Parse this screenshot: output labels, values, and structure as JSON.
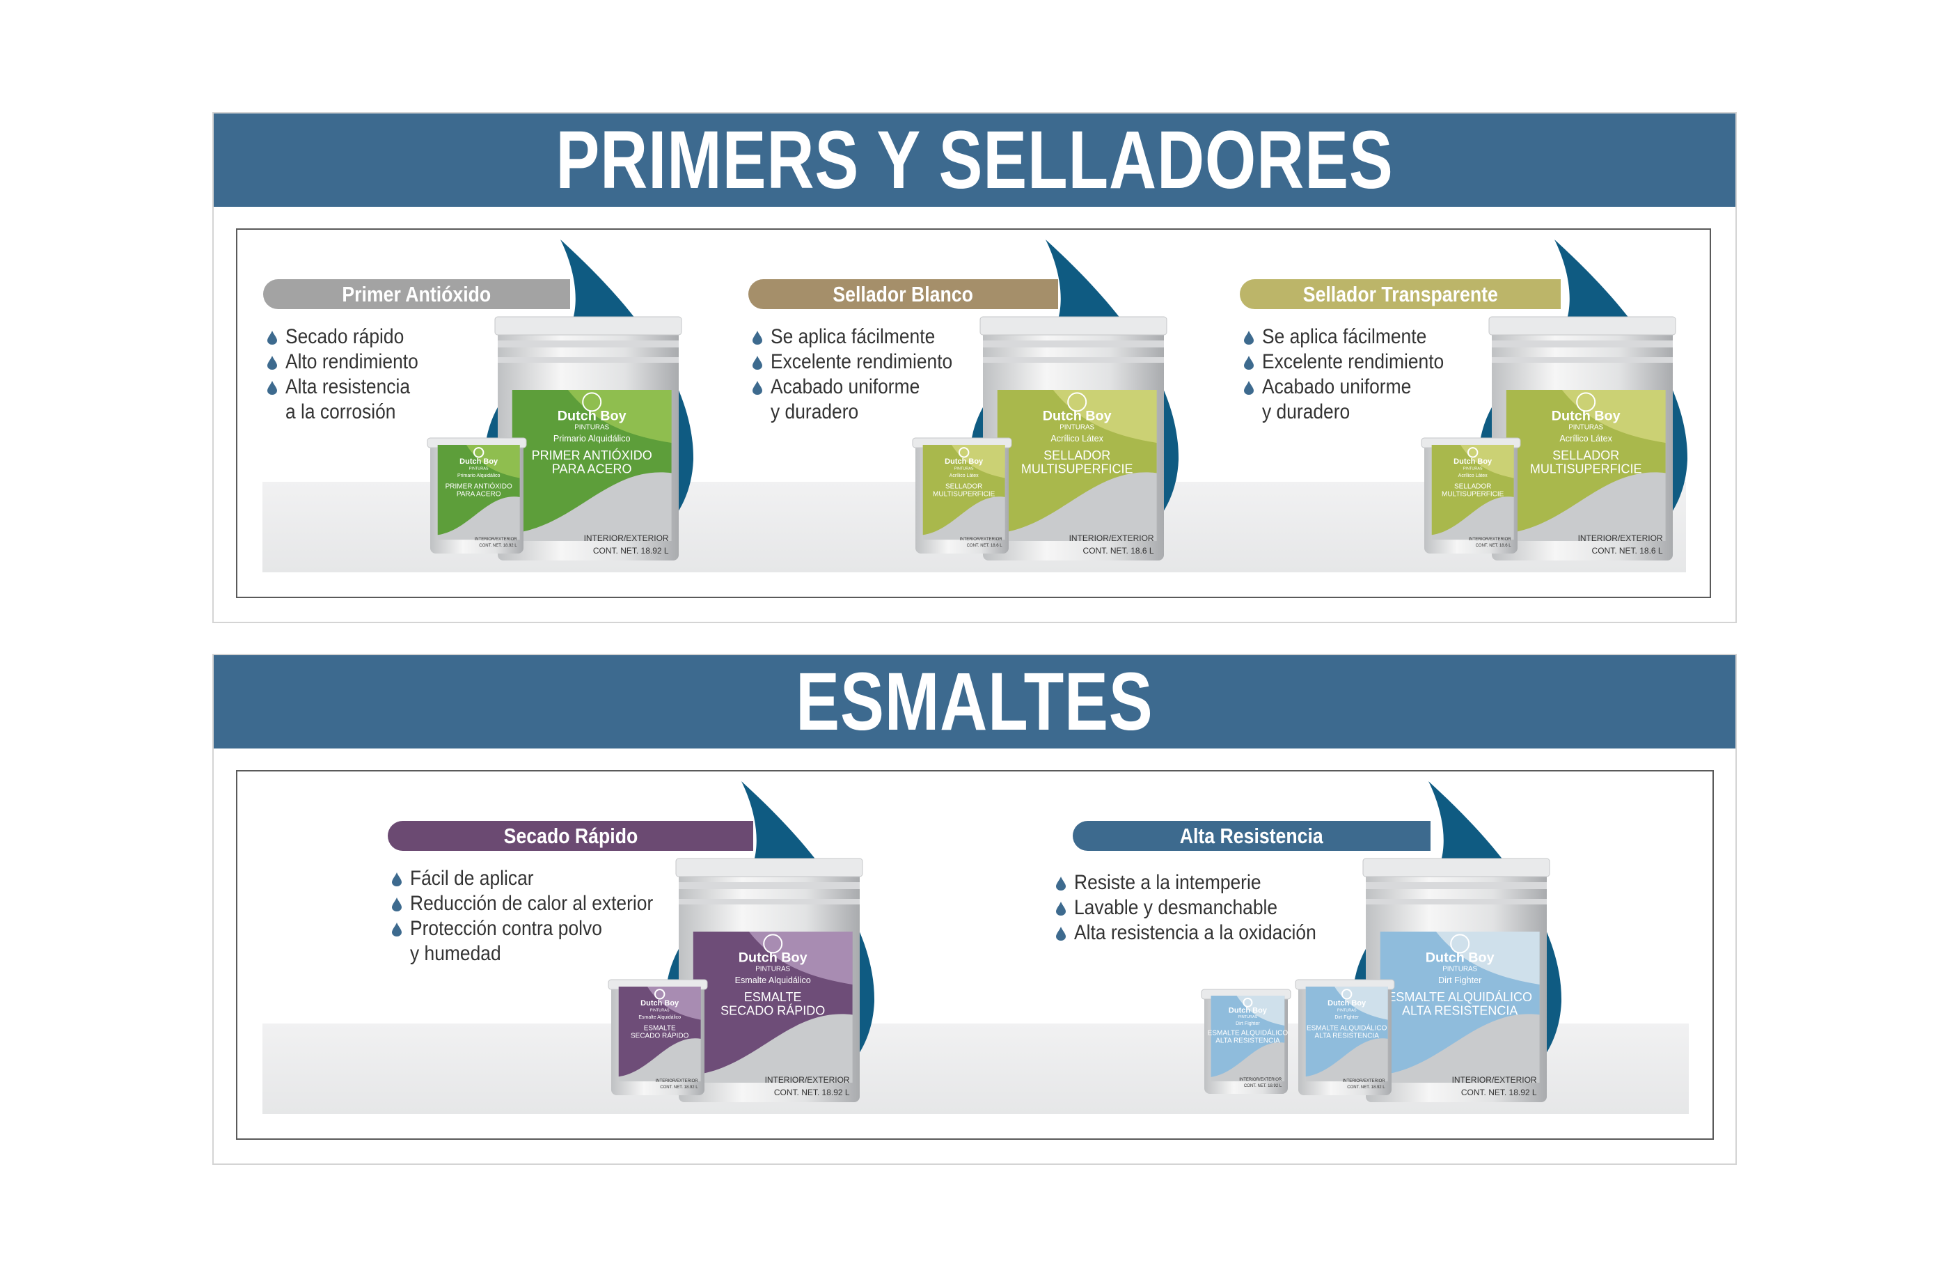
{
  "colors": {
    "header": "#3d6a8f",
    "drop": "#0f5b82",
    "bullet": "#3d6a8e",
    "text": "#333333"
  },
  "brand": {
    "name": "Dutch Boy",
    "sub": "PINTURAS"
  },
  "sections": [
    {
      "title": "PRIMERS Y SELLADORES",
      "products": [
        {
          "label": "Primer Antióxido",
          "pill_color": "#a3a3a3",
          "label_color": "#5d9e3a",
          "label_light": "#9cc655",
          "bullets": [
            "Secado rápido",
            "Alto rendimiento",
            "Alta resistencia",
            "a la corrosión"
          ],
          "can": {
            "type": "Primario Alquidálico",
            "name1": "PRIMER ANTIÓXIDO",
            "name2": "PARA ACERO",
            "use": "INTERIOR/EXTERIOR",
            "net": "CONT. NET. 18.92 L"
          }
        },
        {
          "label": "Sellador Blanco",
          "pill_color": "#a58f6a",
          "label_color": "#a9b84c",
          "label_light": "#d3d77e",
          "bullets": [
            "Se aplica fácilmente",
            "Excelente rendimiento",
            "Acabado uniforme",
            "y duradero"
          ],
          "can": {
            "type": "Acrílico Látex",
            "name1": "SELLADOR",
            "name2": "MULTISUPERFICIE",
            "use": "INTERIOR/EXTERIOR",
            "net": "CONT. NET. 18.6 L"
          }
        },
        {
          "label": "Sellador Transparente",
          "pill_color": "#bcb569",
          "label_color": "#a9b84c",
          "label_light": "#d3d77e",
          "bullets": [
            "Se aplica fácilmente",
            "Excelente rendimiento",
            "Acabado uniforme",
            "y duradero"
          ],
          "can": {
            "type": "Acrílico Látex",
            "name1": "SELLADOR",
            "name2": "MULTISUPERFICIE",
            "use": "INTERIOR/EXTERIOR",
            "net": "CONT. NET. 18.6 L"
          }
        }
      ]
    },
    {
      "title": "ESMALTES",
      "products": [
        {
          "label": "Secado Rápido",
          "pill_color": "#6b4a72",
          "label_color": "#6e4d78",
          "label_light": "#b69cc0",
          "bullets": [
            "Fácil de aplicar",
            "Reducción de calor al exterior",
            "Protección contra polvo",
            "y humedad"
          ],
          "can": {
            "type": "Esmalte Alquidálico",
            "name1": "ESMALTE",
            "name2": "SECADO RÁPIDO",
            "use": "INTERIOR/EXTERIOR",
            "net": "CONT. NET. 18.92 L"
          }
        },
        {
          "label": "Alta Resistencia",
          "pill_color": "#3d6a8e",
          "label_color": "#8fbcdc",
          "label_light": "#dfe8ef",
          "bullets": [
            "Resiste a la intemperie",
            "Lavable y desmanchable",
            "Alta resistencia a la oxidación"
          ],
          "can": {
            "type": "Dirt Fighter",
            "name1": "ESMALTE ALQUIDÁLICO",
            "name2": "ALTA RESISTENCIA",
            "use": "INTERIOR/EXTERIOR",
            "net": "CONT. NET. 18.92 L"
          }
        }
      ]
    }
  ]
}
